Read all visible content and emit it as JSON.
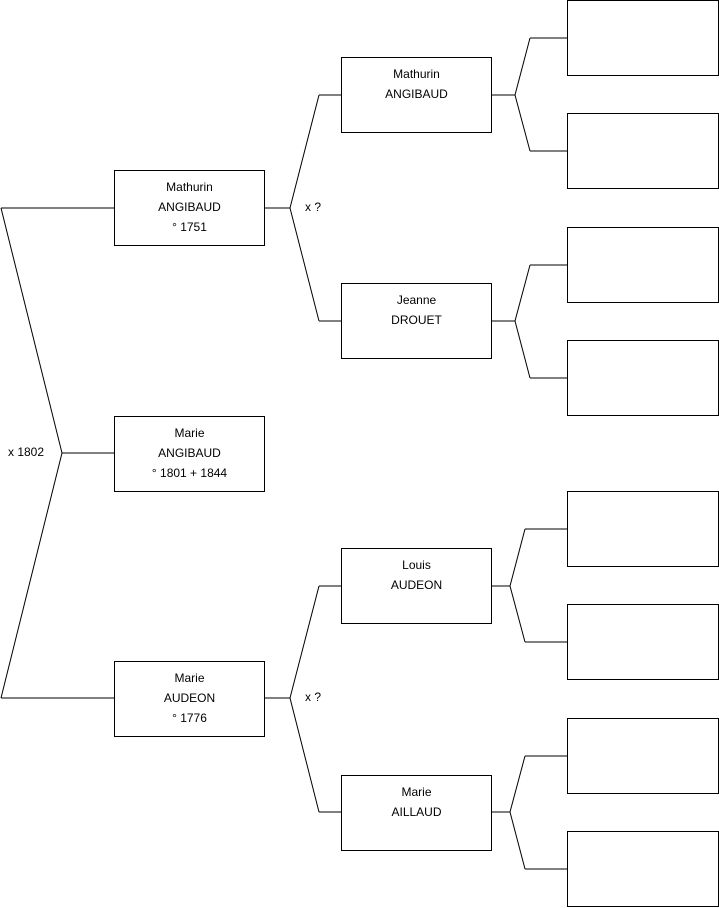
{
  "center": {
    "first": "Marie",
    "last": "ANGIBAUD",
    "dates": "° 1801 + 1844"
  },
  "center_marriage": "x 1802",
  "father": {
    "first": "Mathurin",
    "last": "ANGIBAUD",
    "dates": "° 1751"
  },
  "mother": {
    "first": "Marie",
    "last": "AUDEON",
    "dates": "° 1776"
  },
  "father_parents_marriage": "x ?",
  "mother_parents_marriage": "x ?",
  "paternal_grandfather": {
    "first": "Mathurin",
    "last": "ANGIBAUD"
  },
  "paternal_grandmother": {
    "first": "Jeanne",
    "last": "DROUET"
  },
  "maternal_grandfather": {
    "first": "Louis",
    "last": "AUDEON"
  },
  "maternal_grandmother": {
    "first": "Marie",
    "last": "AILLAUD"
  },
  "great_grandparents": [
    "",
    "",
    "",
    "",
    "",
    "",
    "",
    ""
  ]
}
